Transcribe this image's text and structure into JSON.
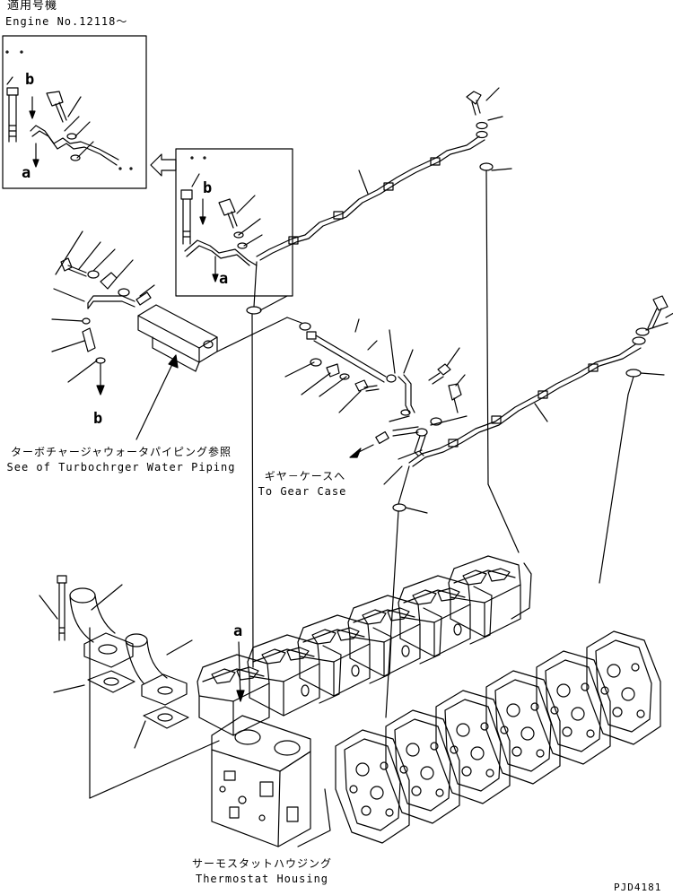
{
  "applicability": {
    "heading": "適用号機",
    "engine_serial": "Engine No.12118～"
  },
  "detail_markers": {
    "b": "b",
    "a": "a"
  },
  "callouts": {
    "turbo": {
      "japanese": "ターボチャージャウォータパイピング参照",
      "english": "See of Turbochrger Water Piping"
    },
    "gear_case": {
      "japanese": "ギヤ－ケースへ",
      "english": "To Gear Case"
    },
    "thermostat": {
      "japanese": "サーモスタットハウジング",
      "english": "Thermostat Housing"
    }
  },
  "drawing_code": "PJD4181"
}
